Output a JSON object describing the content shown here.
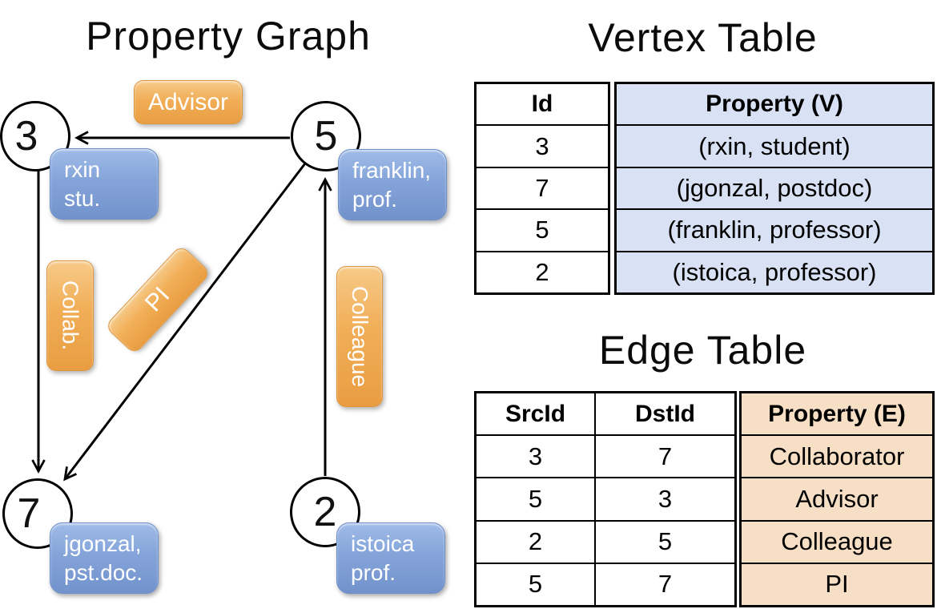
{
  "titles": {
    "graph": "Property Graph",
    "vertex": "Vertex Table",
    "edge": "Edge Table"
  },
  "graph": {
    "nodes": {
      "n3": {
        "id": "3",
        "line1": "rxin",
        "line2": "stu."
      },
      "n5": {
        "id": "5",
        "line1": "franklin,",
        "line2": "prof."
      },
      "n7": {
        "id": "7",
        "line1": "jgonzal,",
        "line2": "pst.doc."
      },
      "n2": {
        "id": "2",
        "line1": "istoica",
        "line2": "prof."
      }
    },
    "edge_labels": {
      "advisor": "Advisor",
      "collab": "Collab.",
      "pi": "PI",
      "colleague": "Colleague"
    }
  },
  "vertex_table": {
    "columns": [
      "Id",
      "Property (V)"
    ],
    "rows": [
      {
        "id": "3",
        "property": "(rxin, student)"
      },
      {
        "id": "7",
        "property": "(jgonzal, postdoc)"
      },
      {
        "id": "5",
        "property": "(franklin, professor)"
      },
      {
        "id": "2",
        "property": "(istoica, professor)"
      }
    ]
  },
  "edge_table": {
    "columns": [
      "SrcId",
      "DstId",
      "Property (E)"
    ],
    "rows": [
      {
        "src": "3",
        "dst": "7",
        "property": "Collaborator"
      },
      {
        "src": "5",
        "dst": "3",
        "property": "Advisor"
      },
      {
        "src": "2",
        "dst": "5",
        "property": "Colleague"
      },
      {
        "src": "5",
        "dst": "7",
        "property": "PI"
      }
    ]
  },
  "colors": {
    "edge_label_orange": "#f0ad57",
    "vertex_box_blue": "#84a4d9",
    "vertex_table_fill": "#d8e2f4",
    "edge_table_fill": "#f7dfc6",
    "line_black": "#000000"
  }
}
